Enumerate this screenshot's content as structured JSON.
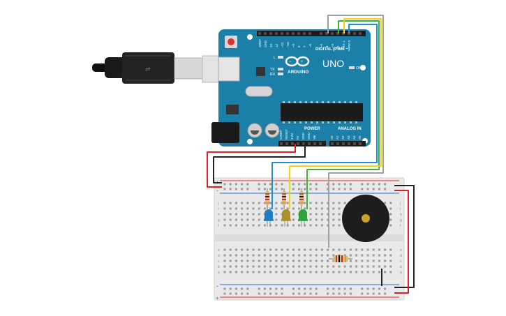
{
  "board": {
    "brand": "ARDUINO",
    "model": "UNO",
    "digital_label": "DIGITAL (PWM ~)",
    "power_label": "POWER",
    "analog_label": "ANALOG IN",
    "reset_label": "RESET",
    "led_l": "L",
    "led_tx": "TX",
    "led_rx": "RX",
    "led_on": "ON",
    "digital_pins": [
      "AREF",
      "GND",
      "13",
      "12",
      "~11",
      "~10",
      "~9",
      "8",
      "7",
      "~6",
      "~5",
      "4",
      "~3",
      "2",
      "TX 1",
      "RX 0"
    ],
    "power_pins": [
      "IOREF",
      "RESET",
      "3.3V",
      "5V",
      "GND",
      "GND",
      "Vin"
    ],
    "analog_pins": [
      "A0",
      "A1",
      "A2",
      "A3",
      "A4",
      "A5"
    ]
  },
  "breadboard": {
    "rows_top": [
      "j",
      "i",
      "h",
      "g",
      "f"
    ],
    "rows_bottom": [
      "e",
      "d",
      "c",
      "b",
      "a"
    ],
    "rail_plus": "+",
    "rail_minus": "-"
  },
  "components": {
    "leds": [
      {
        "color_name": "blue",
        "color": "#1f7fc4"
      },
      {
        "color_name": "yellow",
        "color": "#a8902a"
      },
      {
        "color_name": "green",
        "color": "#2fa33a"
      }
    ],
    "buzzer": "piezo",
    "wires": {
      "blue": "#1e90d6",
      "yellow": "#f2d21b",
      "green": "#3db33a",
      "gray": "#a0a0a0",
      "red": "#e02020",
      "black": "#222222"
    }
  }
}
